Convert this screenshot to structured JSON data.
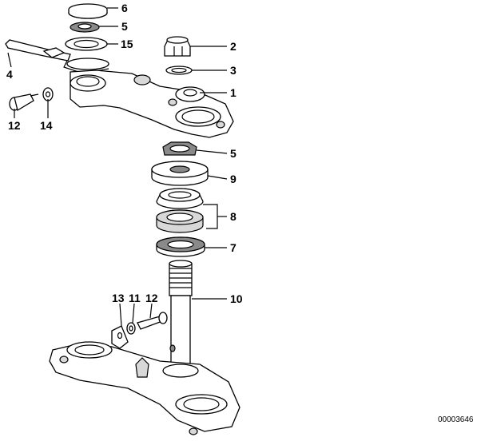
{
  "labels": {
    "p1": "1",
    "p2": "2",
    "p3": "3",
    "p4": "4",
    "p5a": "5",
    "p5b": "5",
    "p6": "6",
    "p7": "7",
    "p8": "8",
    "p9": "9",
    "p10": "10",
    "p11": "11",
    "p12a": "12",
    "p12b": "12",
    "p13": "13",
    "p14": "14",
    "p15": "15"
  },
  "reference_number": "00003646"
}
